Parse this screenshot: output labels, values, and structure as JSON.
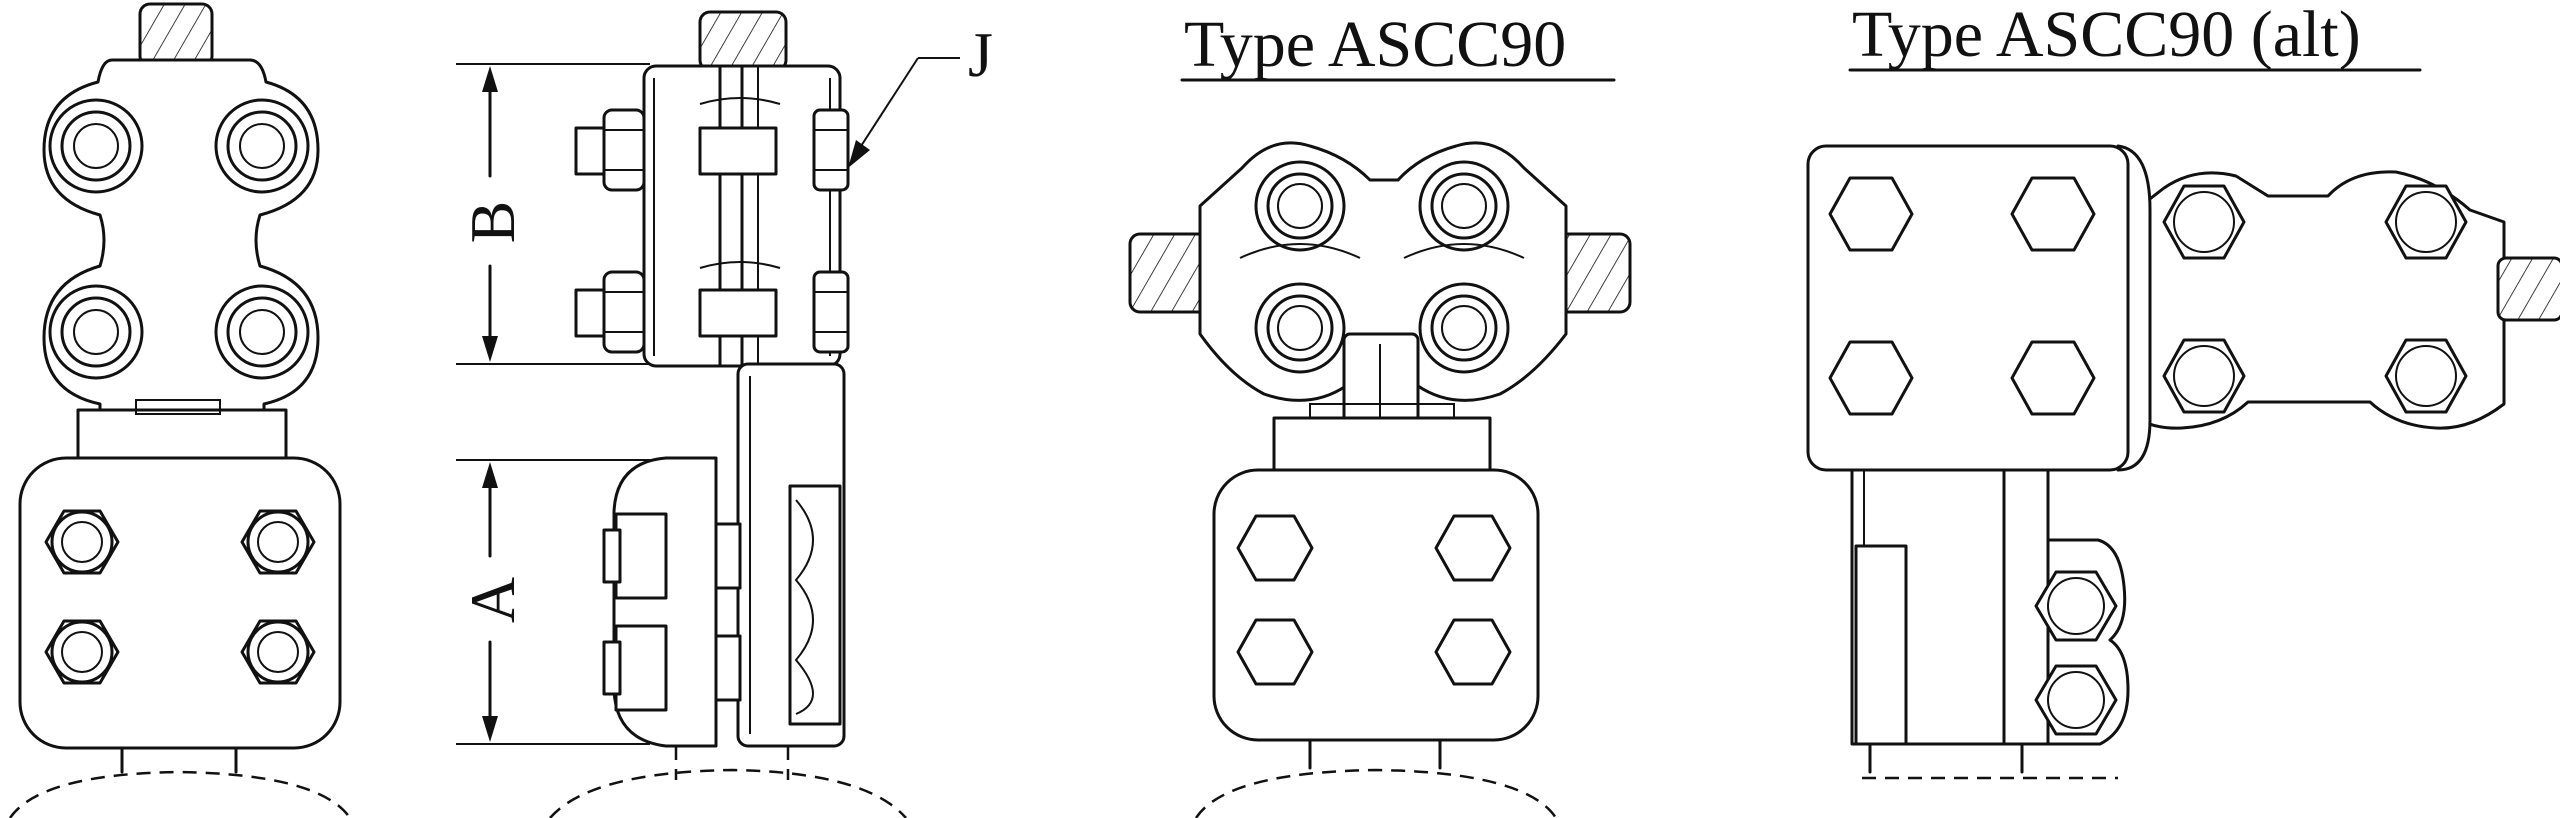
{
  "labels": {
    "dim_a": "A",
    "dim_b": "B",
    "callout_j": "J",
    "title_1": "Type ASCC90",
    "title_2": "Type ASCC90 (alt)"
  },
  "colors": {
    "ink": "#111111",
    "paper": "#ffffff"
  },
  "icons": [
    "hex-nut-icon",
    "round-washer-icon",
    "cable-strand-icon"
  ]
}
